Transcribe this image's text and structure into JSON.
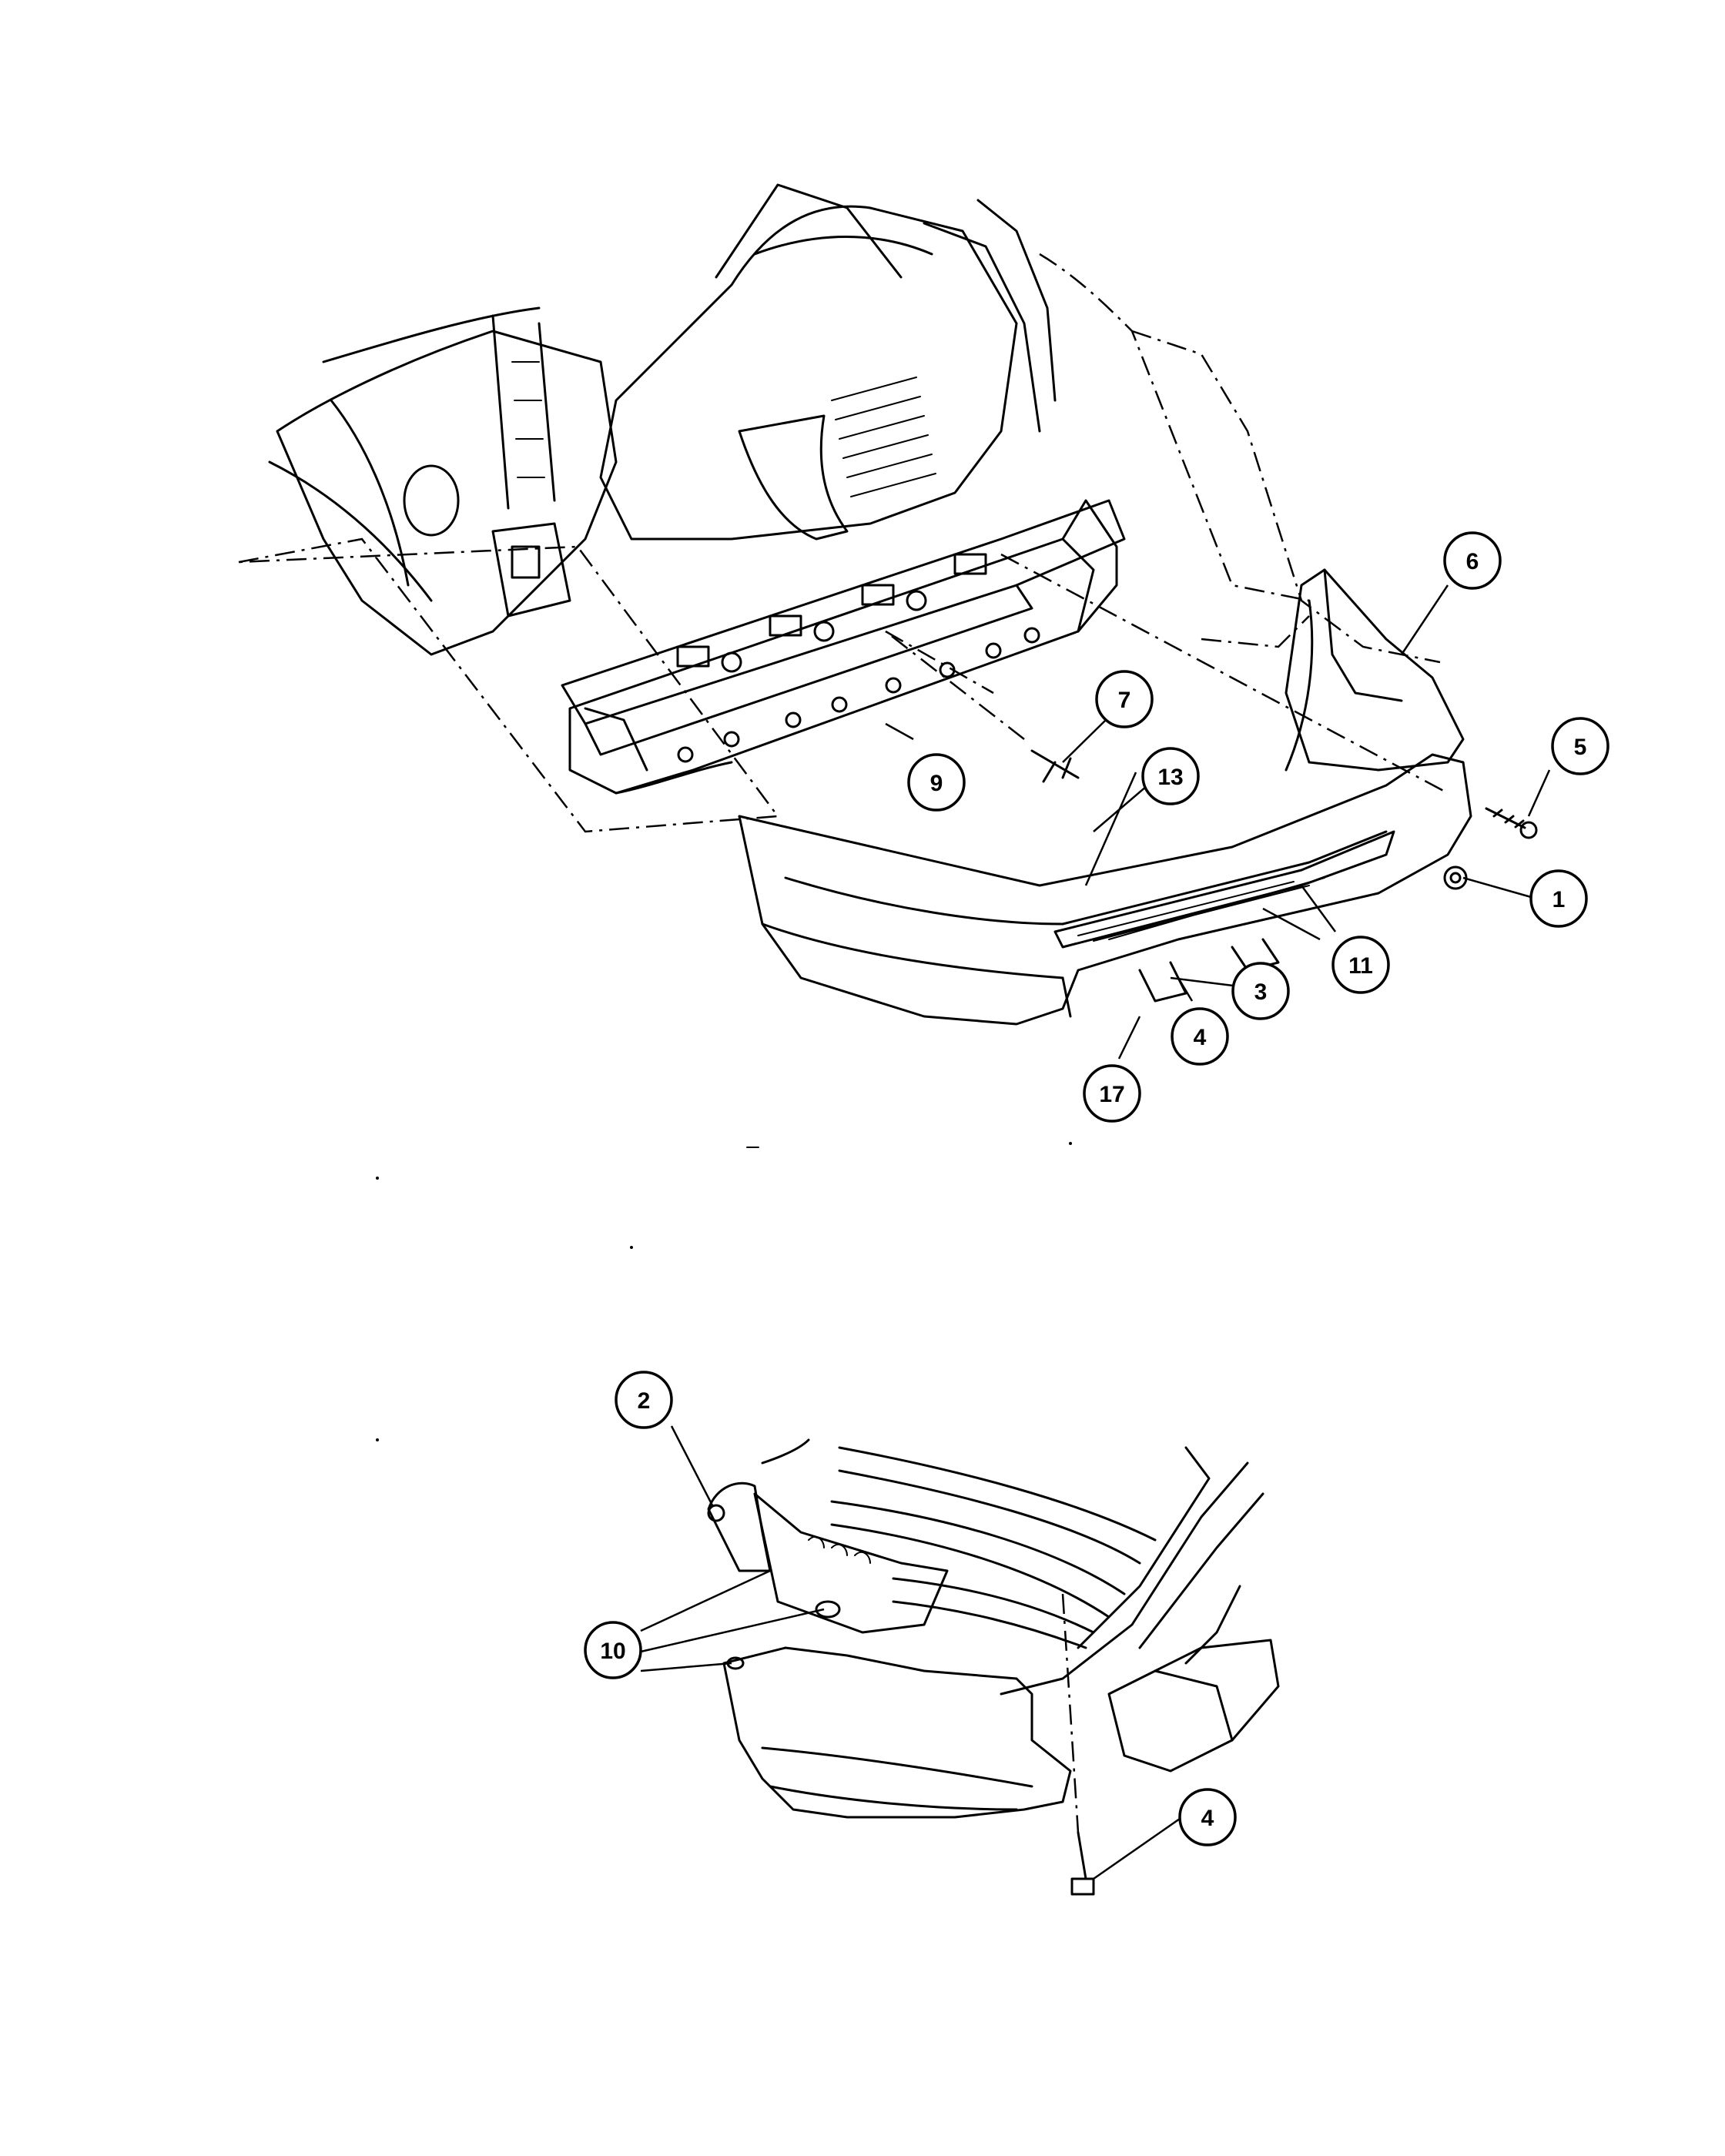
{
  "callouts": [
    {
      "id": "c1",
      "label": "1"
    },
    {
      "id": "c2",
      "label": "2"
    },
    {
      "id": "c3",
      "label": "3"
    },
    {
      "id": "c4a",
      "label": "4"
    },
    {
      "id": "c4b",
      "label": "4"
    },
    {
      "id": "c5",
      "label": "5"
    },
    {
      "id": "c6",
      "label": "6"
    },
    {
      "id": "c7",
      "label": "7"
    },
    {
      "id": "c9",
      "label": "9"
    },
    {
      "id": "c10",
      "label": "10"
    },
    {
      "id": "c11",
      "label": "11"
    },
    {
      "id": "c13",
      "label": "13"
    },
    {
      "id": "c17",
      "label": "17"
    }
  ]
}
